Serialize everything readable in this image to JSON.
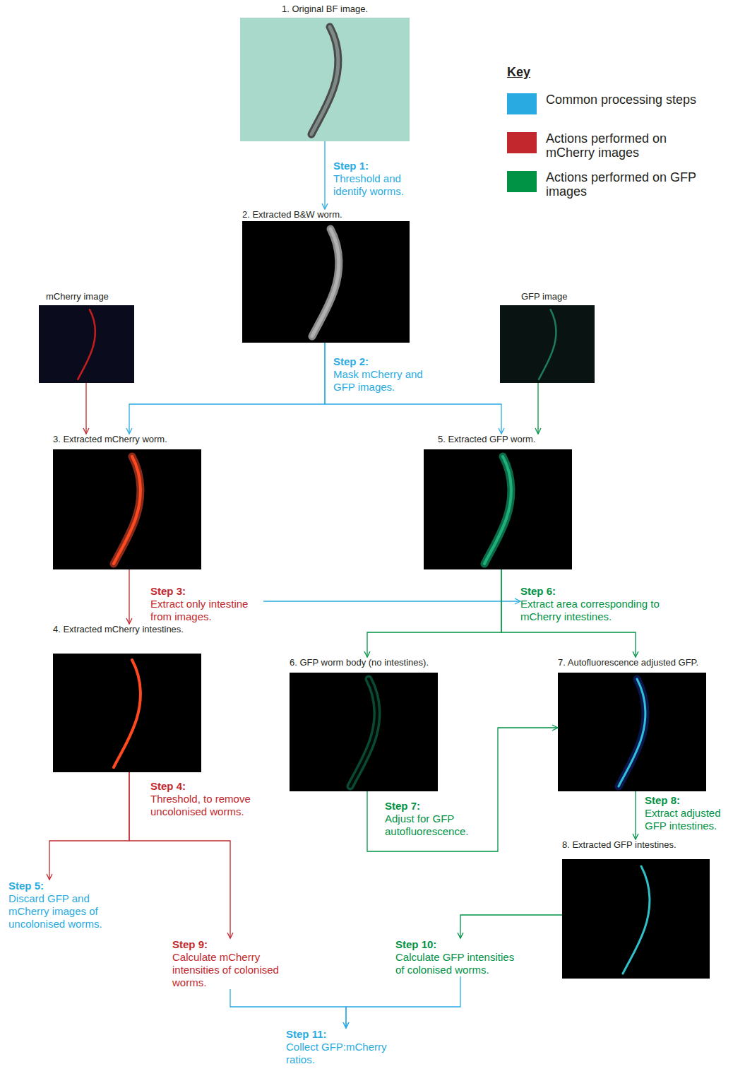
{
  "diagram": {
    "nodes": [
      {
        "text": [
          "1. Original BF image."
        ]
      },
      {
        "text": [
          "Step 1:",
          "Threshold and identify worms."
        ]
      },
      {
        "text": [
          "2. Extracted B&W worm."
        ]
      },
      {
        "text": [
          "mCherry image"
        ]
      },
      {
        "text": [
          "GFP image"
        ]
      },
      {
        "text": [
          "Step 2:",
          "Mask mCherry and GFP images."
        ]
      },
      {
        "text": [
          "3. Extracted mCherry worm."
        ]
      },
      {
        "text": [
          "5. Extracted GFP worm."
        ]
      },
      {
        "text": [
          "Step 3:",
          "Extract only intestine from images."
        ]
      },
      {
        "text": [
          "Step 6:",
          "Extract area corresponding to mCherry intestines."
        ]
      },
      {
        "text": [
          "4. Extracted mCherry intestines."
        ]
      },
      {
        "text": [
          "6. GFP worm body (no intestines)."
        ]
      },
      {
        "text": [
          "7. Autofluorescence adjusted GFP."
        ]
      },
      {
        "text": [
          "Step 4:",
          "Threshold, to remove uncolonised worms."
        ]
      },
      {
        "text": [
          "Step 7:",
          "Adjust for GFP autofluorescence."
        ]
      },
      {
        "text": [
          "Step 8:",
          "Extract adjusted GFP intestines."
        ]
      },
      {
        "text": [
          "8. Extracted GFP intestines."
        ]
      },
      {
        "text": [
          "Step 5:",
          "Discard GFP and mCherry images of uncolonised worms."
        ]
      },
      {
        "text": [
          "Step 9:",
          "Calculate mCherry intensities of colonised worms."
        ]
      },
      {
        "text": [
          "Step 10:",
          "Calculate GFP intensities of colonised worms."
        ]
      },
      {
        "text": [
          "Step 11:",
          "Collect GFP:mCherry ratios."
        ]
      }
    ],
    "edges": [
      {
        "from": 0,
        "to": 2,
        "arrow": "to"
      },
      {
        "from": 2,
        "to": 6,
        "arrow": "to"
      },
      {
        "from": 2,
        "to": 7,
        "arrow": "to"
      },
      {
        "from": 3,
        "to": 6,
        "arrow": "to"
      },
      {
        "from": 4,
        "to": 7,
        "arrow": "to"
      },
      {
        "from": 6,
        "to": 10,
        "arrow": "to"
      },
      {
        "from": 8,
        "to": 9,
        "arrow": "to"
      },
      {
        "from": 7,
        "to": 11,
        "arrow": "to"
      },
      {
        "from": 7,
        "to": 12,
        "arrow": "to"
      },
      {
        "from": 11,
        "to": 12,
        "arrow": "to"
      },
      {
        "from": 10,
        "to": 17,
        "arrow": "to"
      },
      {
        "from": 10,
        "to": 18,
        "arrow": "to"
      },
      {
        "from": 12,
        "to": 16,
        "arrow": "to"
      },
      {
        "from": 16,
        "to": 19,
        "arrow": "to"
      },
      {
        "from": 18,
        "to": 20,
        "arrow": "to"
      },
      {
        "from": 19,
        "to": 20,
        "arrow": "to"
      }
    ],
    "labels": [
      "Key"
    ],
    "legend": [
      {
        "text": "Common processing steps",
        "color": "#29abe2"
      },
      {
        "text": "Actions performed on mCherry images",
        "color": "#c1272d"
      },
      {
        "text": "Actions performed on GFP images",
        "color": "#009245"
      }
    ]
  }
}
